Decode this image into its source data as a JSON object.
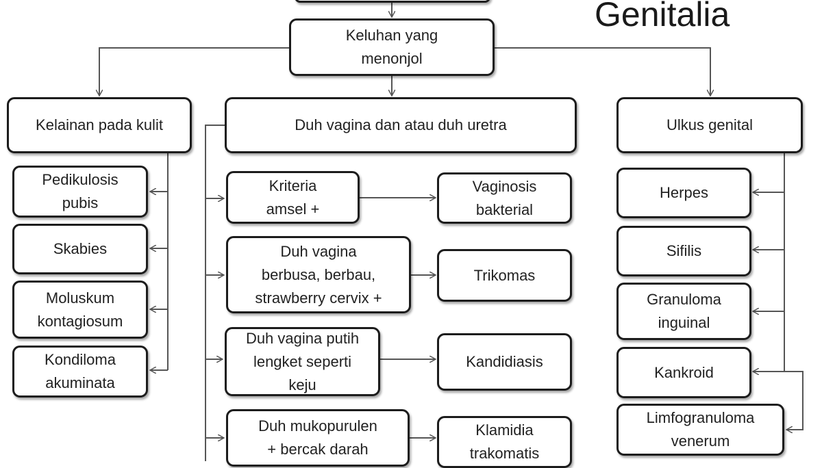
{
  "title": "Genitalia",
  "root": "Keluhan yang\nmenonjol",
  "categories": {
    "kulit": "Kelainan pada kulit",
    "duh": "Duh vagina dan atau duh uretra",
    "ulkus": "Ulkus genital"
  },
  "kulit_items": [
    "Pedikulosis\npubis",
    "Skabies",
    "Moluskum\nkontagiosum",
    "Kondiloma\nakuminata"
  ],
  "duh_rows": [
    {
      "criteria": "Kriteria\namsel +",
      "diagnosis": "Vaginosis\nbakterial"
    },
    {
      "criteria": "Duh vagina\nberbusa, berbau,\nstrawberry cervix +",
      "diagnosis": "Trikomas"
    },
    {
      "criteria": "Duh vagina putih\nlengket seperti\nkeju",
      "diagnosis": "Kandidiasis"
    },
    {
      "criteria": "Duh mukopurulen\n+ bercak darah",
      "diagnosis": "Klamidia\ntrakomatis"
    }
  ],
  "ulkus_items": [
    "Herpes",
    "Sifilis",
    "Granuloma\ninguinal",
    "Kankroid",
    "Limfogranuloma\nvenerum"
  ]
}
